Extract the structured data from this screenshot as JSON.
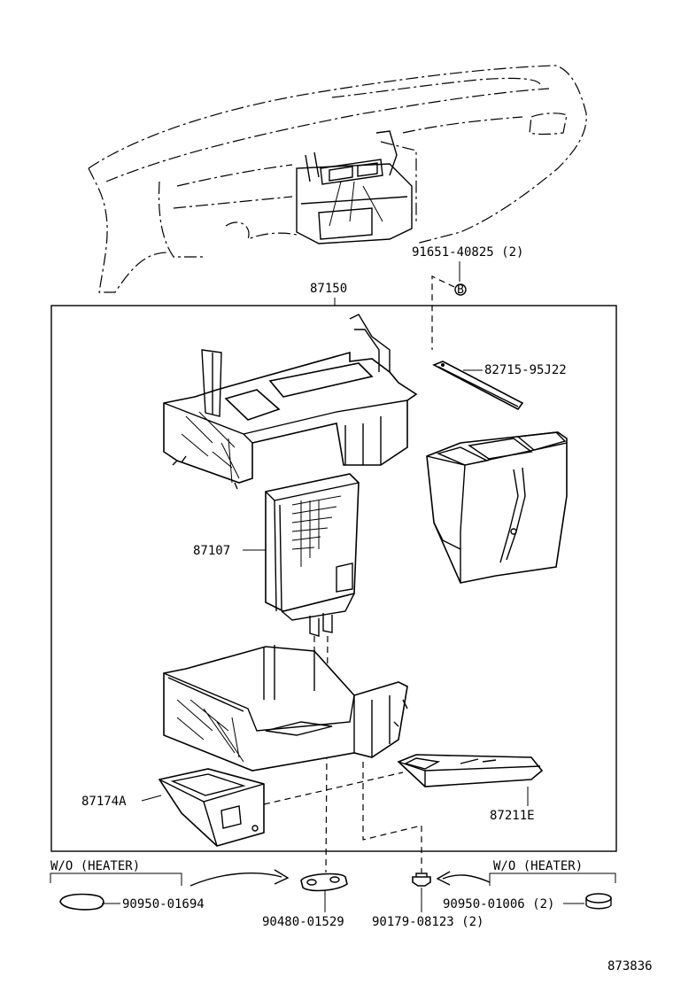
{
  "labels": {
    "bolt": "91651-40825 (2)",
    "bolt_marker": "B",
    "assembly": "87150",
    "brace": "82715-95J22",
    "core": "87107",
    "duct_lower": "87174A",
    "duct_side": "87211E",
    "wo_heater_left": "W/O (HEATER)",
    "wo_heater_right": "W/O (HEATER)",
    "plug_left": "90950-01694",
    "grommet": "90480-01529",
    "clip": "90179-08123 (2)",
    "plug_right": "90950-01006 (2)",
    "diagram_id": "873836"
  }
}
